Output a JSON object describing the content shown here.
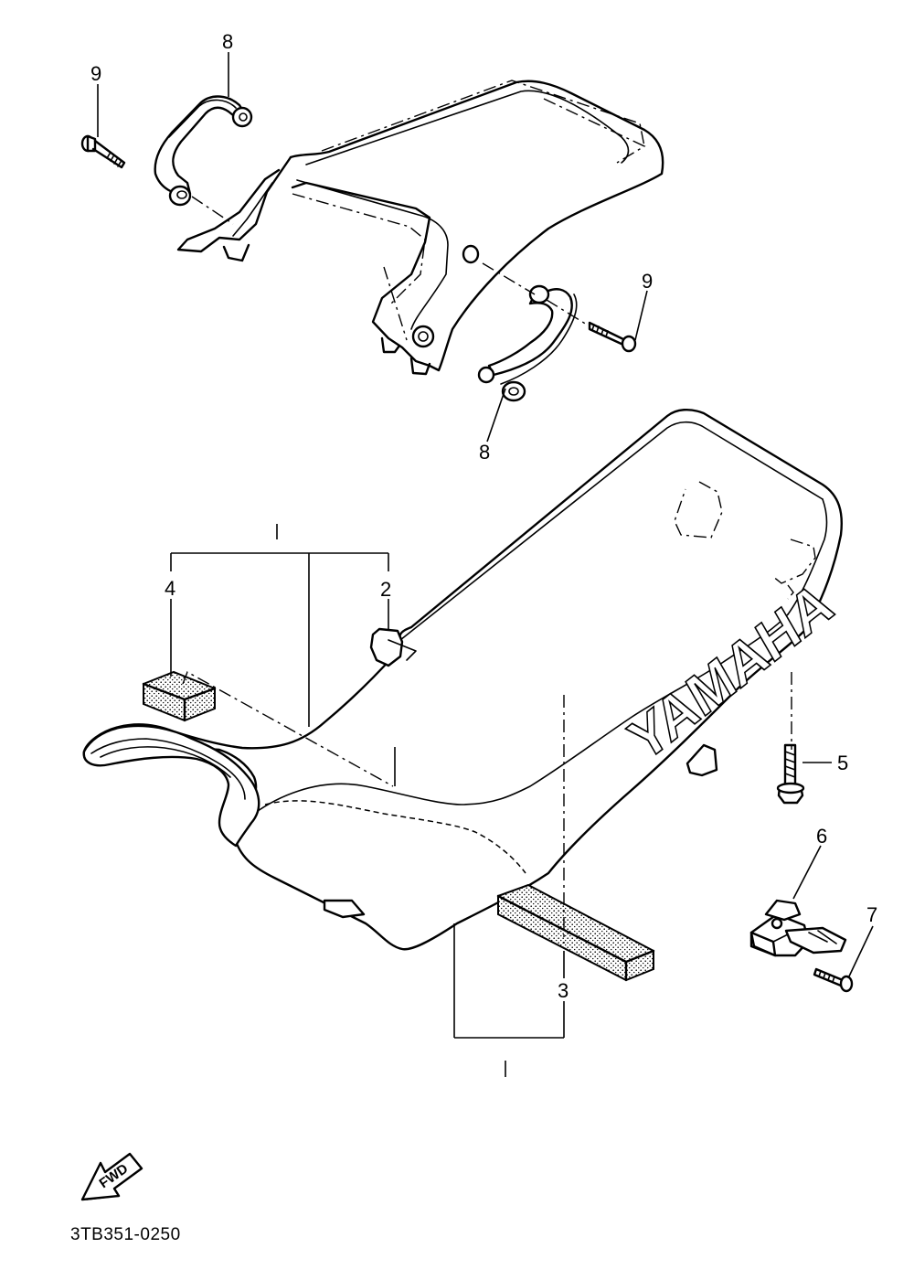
{
  "diagram": {
    "callouts": {
      "c2": "2",
      "c3": "3",
      "c4": "4",
      "c5": "5",
      "c6": "6",
      "c7": "7",
      "c8_top": "8",
      "c8_bottom": "8",
      "c9_left": "9",
      "c9_right": "9"
    },
    "seat_brand": "YAMAHA",
    "fwd_label": "FWD",
    "diagram_code": "3TB351-0250"
  }
}
